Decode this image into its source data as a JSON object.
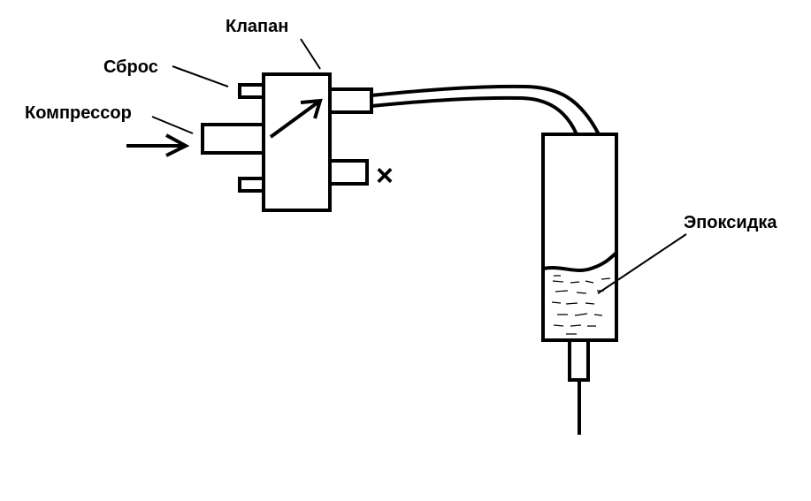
{
  "labels": {
    "valve": "Клапан",
    "reset": "Сброс",
    "compressor": "Компрессор",
    "epoxy": "Эпоксидка"
  },
  "closed_port_mark": "×"
}
